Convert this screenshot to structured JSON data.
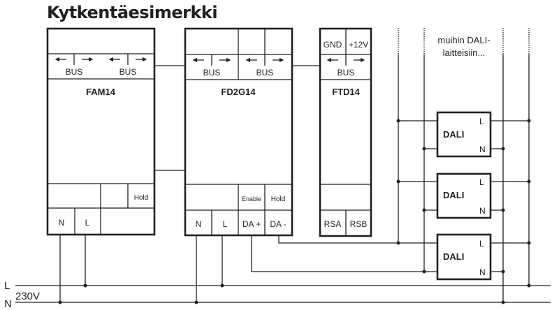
{
  "title": "Kytkentäesimerkki",
  "colors": {
    "ink": "#231f20",
    "background": "#ffffff"
  },
  "modules": {
    "fam14": {
      "name": "FAM14",
      "bus_labels": [
        "BUS",
        "BUS"
      ],
      "terminals": {
        "hold": "Hold",
        "n": "N",
        "l": "L"
      }
    },
    "fd2g14": {
      "name": "FD2G14",
      "bus_labels": [
        "BUS",
        "BUS"
      ],
      "terminals": {
        "enable": "Enable",
        "hold": "Hold",
        "n": "N",
        "l": "L",
        "da_plus": "DA +",
        "da_minus": "DA -"
      }
    },
    "ftd14": {
      "name": "FTD14",
      "power_terminals": {
        "gnd": "GND",
        "v12": "+12V"
      },
      "bus_label": "BUS",
      "terminals": {
        "rsa": "RSA",
        "rsb": "RSB"
      }
    }
  },
  "dali_devices": [
    {
      "name": "DALI",
      "l": "L",
      "n": "N"
    },
    {
      "name": "DALI",
      "l": "L",
      "n": "N"
    },
    {
      "name": "DALI",
      "l": "L",
      "n": "N"
    }
  ],
  "note": {
    "line1": "muihin DALI-",
    "line2": "laitteisiin..."
  },
  "mains": {
    "l_label": "L",
    "n_label": "N",
    "voltage": "230V"
  },
  "icons": {
    "bus_left": "arrow-left-icon",
    "bus_right": "arrow-right-icon"
  }
}
